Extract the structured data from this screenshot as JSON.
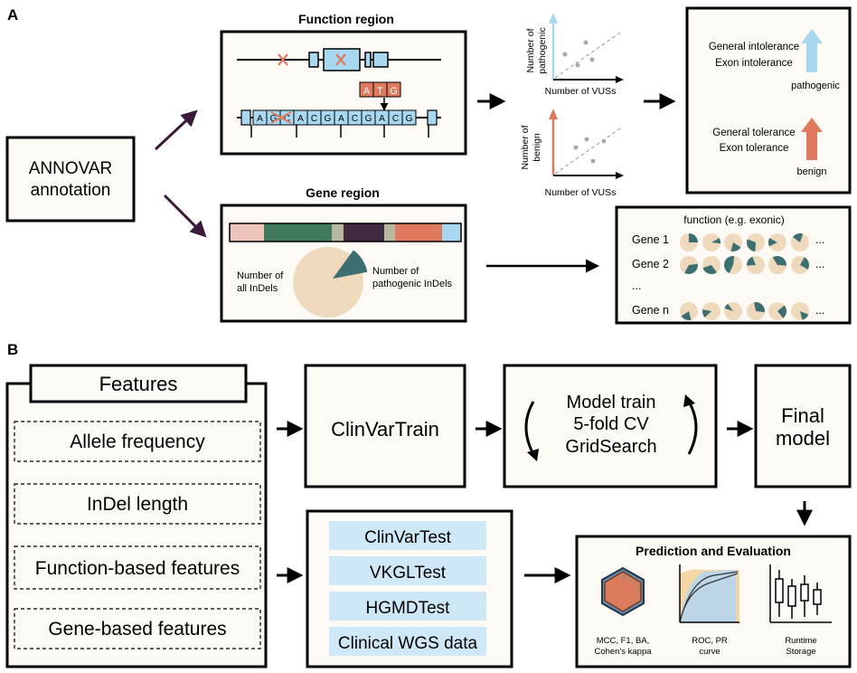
{
  "panel_a": {
    "label": "A",
    "annovar": {
      "line1": "ANNOVAR",
      "line2": "annotation"
    },
    "function_region": {
      "title": "Function region",
      "codon": [
        "A",
        "T",
        "G"
      ],
      "sequence": [
        "A",
        "G",
        "C",
        "A",
        "C",
        "G",
        "A",
        "C",
        "G",
        "A",
        "C",
        "G"
      ]
    },
    "plot_pathogenic": {
      "ylabel1": "Number of",
      "ylabel2": "pathogenic",
      "xlabel": "Number of VUSs"
    },
    "plot_benign": {
      "ylabel1": "Number of",
      "ylabel2": "benign",
      "xlabel": "Number of VUSs"
    },
    "summary": {
      "intolerance1": "General intolerance",
      "intolerance2": "Exon intolerance",
      "pathogenic": "pathogenic",
      "tolerance1": "General tolerance",
      "tolerance2": "Exon tolerance",
      "benign": "benign",
      "arrow_up_color": "#a8d8f0",
      "arrow_down_color": "#e07a5f"
    },
    "gene_region": {
      "title": "Gene region",
      "all_label1": "Number of",
      "all_label2": "all InDels",
      "path_label1": "Number of",
      "path_label2": "pathogenic InDels",
      "pathogenic_fraction": 0.12
    },
    "gene_table": {
      "header": "function (e.g. exonic)",
      "rows": [
        {
          "gene": "Gene 1",
          "fractions": [
            0.25,
            0.1,
            0.2,
            0.3,
            0.15,
            0.2
          ]
        },
        {
          "gene": "Gene 2",
          "fractions": [
            0.35,
            0.3,
            0.45,
            0.2,
            0.35,
            0.25
          ]
        },
        {
          "gene": "Gene n",
          "fractions": [
            0.2,
            0.15,
            0.1,
            0.3,
            0.25,
            0.15
          ]
        }
      ],
      "ellipsis_h": "...",
      "ellipsis_v": "..."
    }
  },
  "panel_b": {
    "label": "B",
    "features_title": "Features",
    "features": [
      "Allele frequency",
      "InDel length",
      "Function-based features",
      "Gene-based features"
    ],
    "clinvar_train": "ClinVarTrain",
    "model_train": [
      "Model train",
      "5-fold CV",
      "GridSearch"
    ],
    "final_model": [
      "Final",
      "model"
    ],
    "test_sets": [
      "ClinVarTest",
      "VKGLTest",
      "HGMDTest",
      "Clinical WGS data"
    ],
    "evaluation": {
      "title": "Prediction and Evaluation",
      "metrics": [
        "MCC, F1, BA,",
        "Cohen's kappa"
      ],
      "roc": [
        "ROC, PR",
        "curve"
      ],
      "runtime": [
        "Runtime",
        "Storage"
      ]
    }
  }
}
